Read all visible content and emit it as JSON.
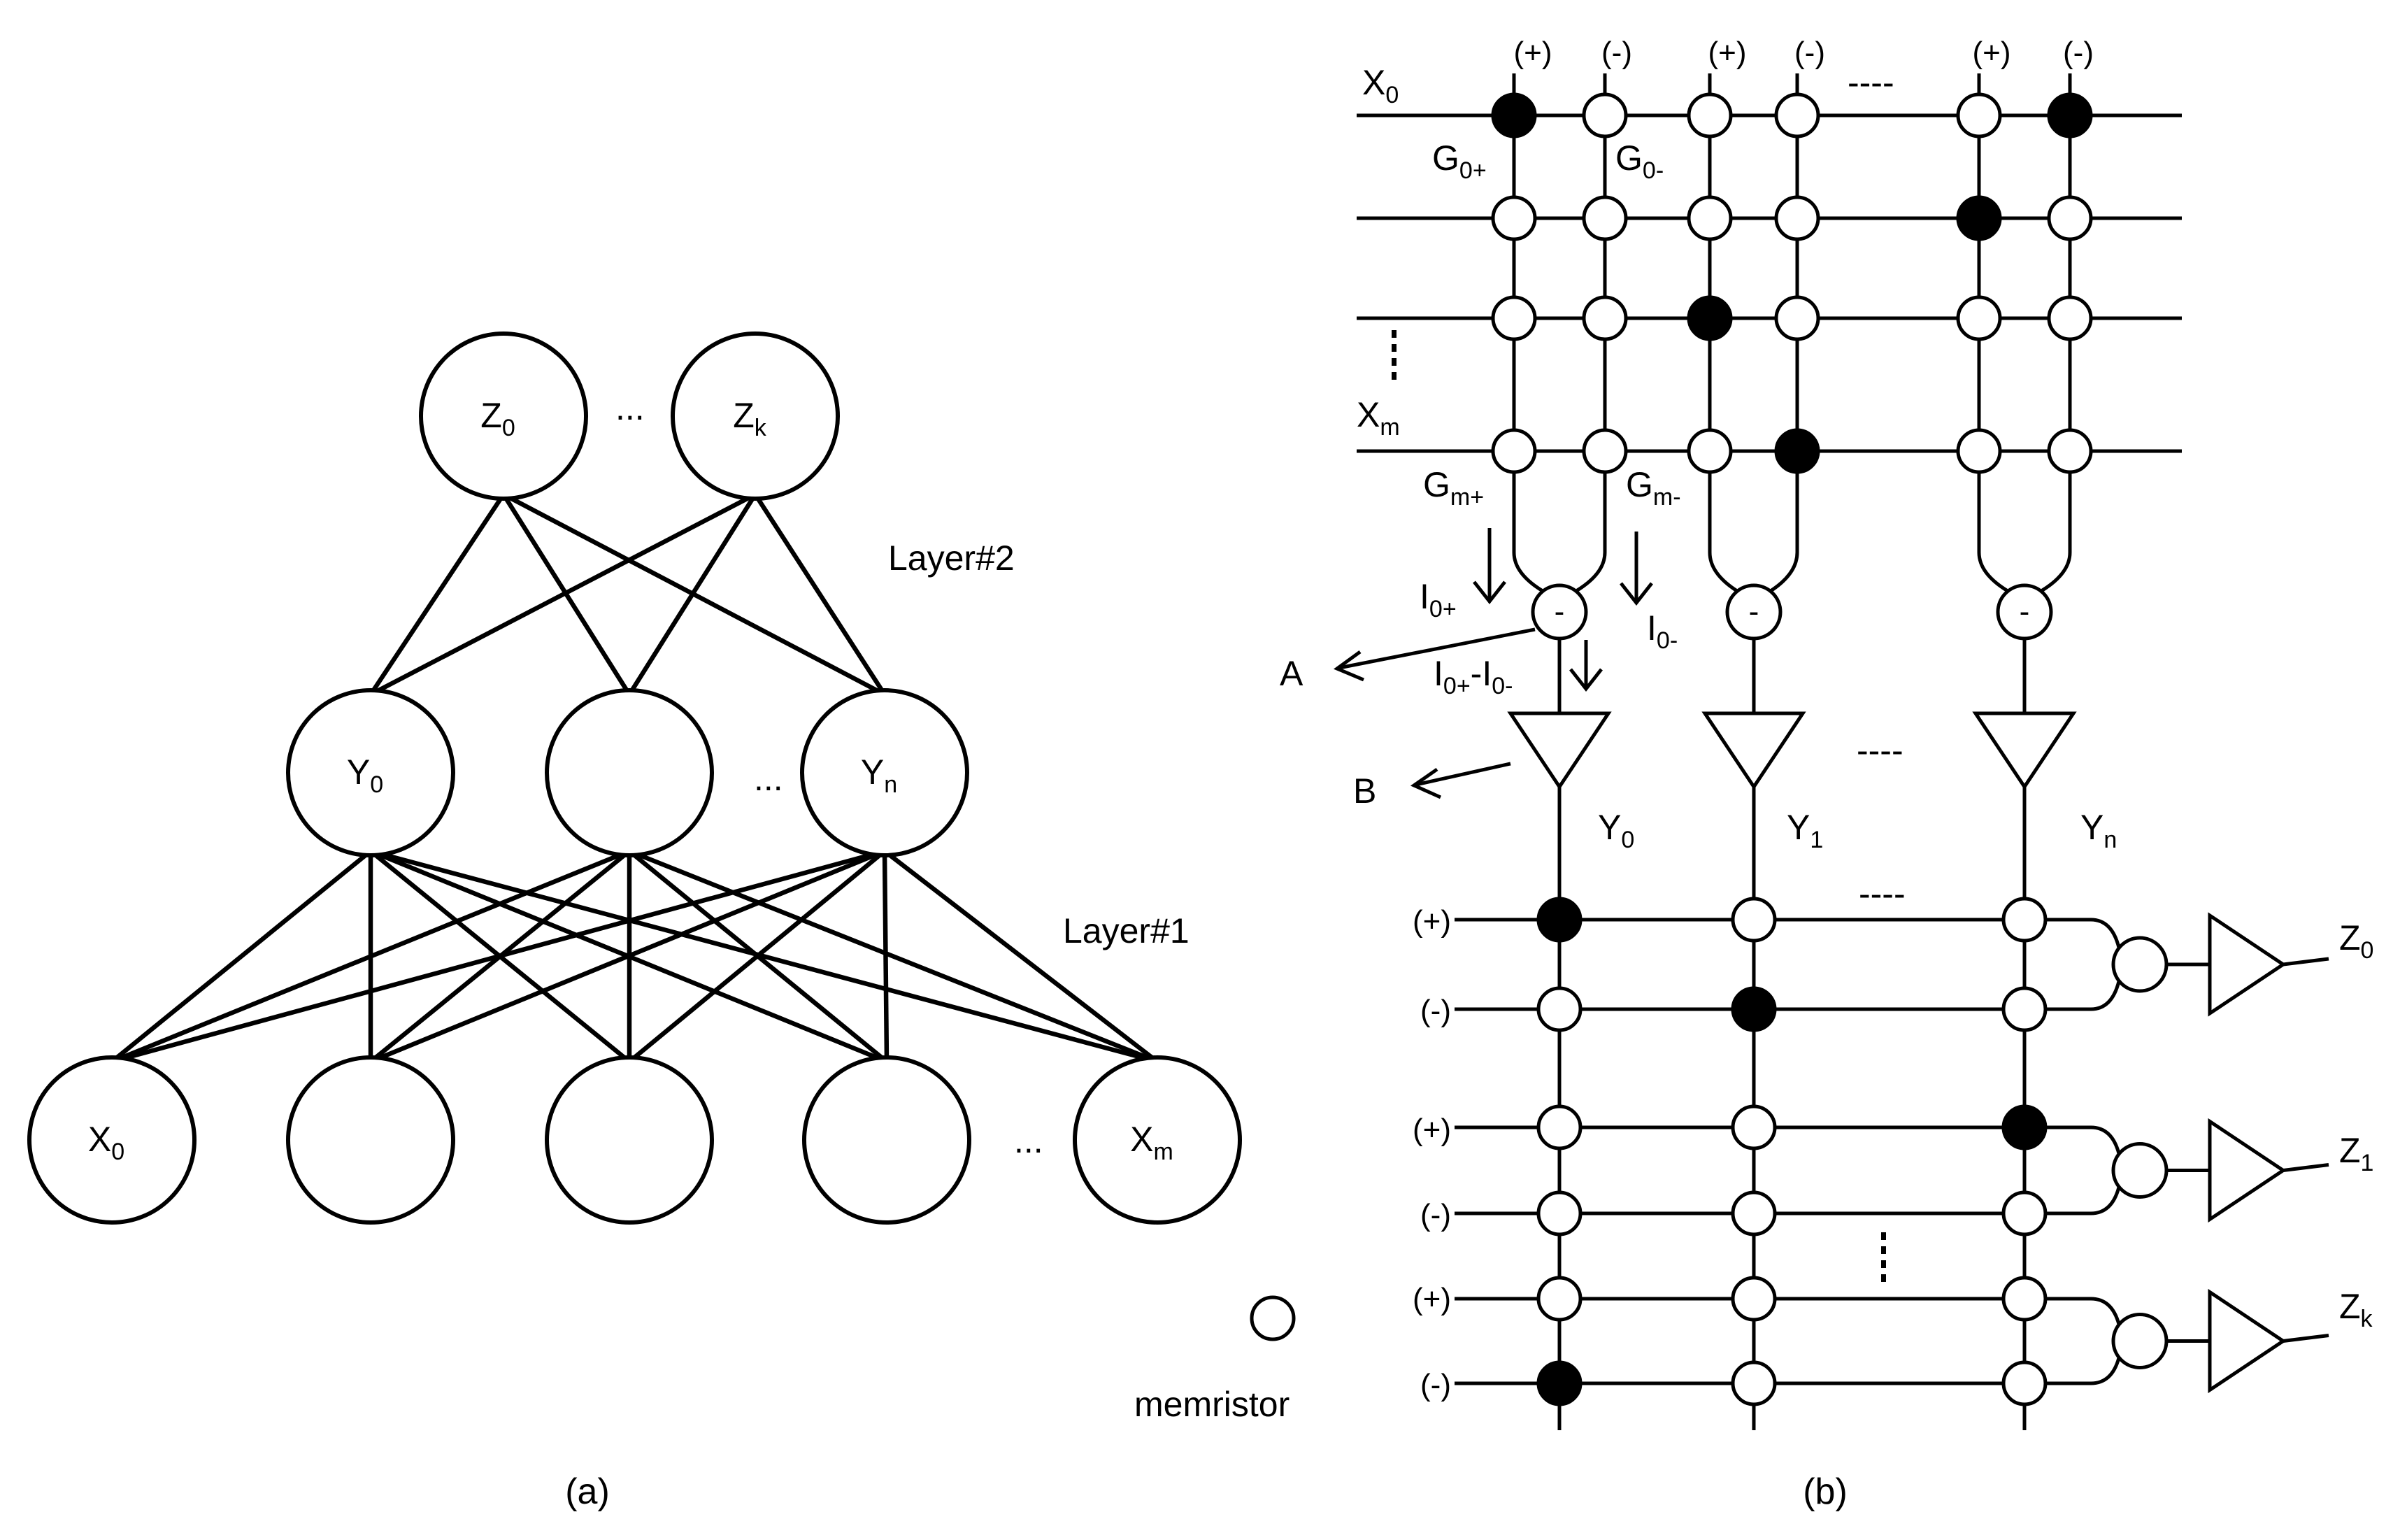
{
  "panel_a": {
    "caption": "(a)",
    "layer2_label": "Layer#2",
    "layer1_label": "Layer#1",
    "output_nodes": [
      {
        "name": "Z",
        "sub": "0"
      },
      {
        "name": "Z",
        "sub": "k"
      }
    ],
    "hidden_nodes": [
      {
        "name": "Y",
        "sub": "0"
      },
      {
        "name": "",
        "sub": ""
      },
      {
        "name": "Y",
        "sub": "n"
      }
    ],
    "input_nodes": [
      {
        "name": "X",
        "sub": "0"
      },
      {
        "name": "",
        "sub": ""
      },
      {
        "name": "",
        "sub": ""
      },
      {
        "name": "",
        "sub": ""
      },
      {
        "name": "X",
        "sub": "m"
      }
    ],
    "ellipsis": "..."
  },
  "panel_b": {
    "caption": "(b)",
    "column_signs": [
      "(+)",
      "(-)",
      "(+)",
      "(-)",
      "(+)",
      "(-)"
    ],
    "row_labels": [
      {
        "name": "X",
        "sub": "0"
      },
      {
        "name": "X",
        "sub": "m"
      }
    ],
    "conductance_labels": [
      {
        "name": "G",
        "sub": "0+"
      },
      {
        "name": "G",
        "sub": "0-"
      },
      {
        "name": "G",
        "sub": "m+"
      },
      {
        "name": "G",
        "sub": "m-"
      }
    ],
    "current_labels": [
      {
        "name": "I",
        "sub": "0+"
      },
      {
        "name": "I",
        "sub": "0-"
      }
    ],
    "current_difference": {
      "a": "I",
      "a_sub": "0+",
      "op": "-I",
      "b_sub": "0-"
    },
    "subtractor_symbol": "-",
    "pointer_labels": [
      "A",
      "B"
    ],
    "hidden_outputs": [
      {
        "name": "Y",
        "sub": "0"
      },
      {
        "name": "Y",
        "sub": "1"
      },
      {
        "name": "Y",
        "sub": "n"
      }
    ],
    "output_labels": [
      {
        "name": "Z",
        "sub": "0"
      },
      {
        "name": "Z",
        "sub": "1"
      },
      {
        "name": "Z",
        "sub": "k"
      }
    ],
    "second_array_signs": [
      "(+)",
      "(-)",
      "(+)",
      "(-)",
      "(+)",
      "(-)"
    ],
    "dashes": "----",
    "legend_label": "memristor",
    "first_array_states": [
      [
        1,
        0,
        0,
        0,
        0,
        1
      ],
      [
        0,
        0,
        0,
        0,
        1,
        0
      ],
      [
        0,
        0,
        1,
        0,
        0,
        0
      ],
      [
        0,
        0,
        0,
        1,
        0,
        0
      ]
    ],
    "second_array_states": [
      [
        1,
        0,
        0
      ],
      [
        0,
        1,
        0
      ],
      [
        0,
        0,
        1
      ],
      [
        0,
        0,
        0
      ],
      [
        0,
        0,
        0
      ],
      [
        1,
        0,
        0
      ]
    ]
  }
}
